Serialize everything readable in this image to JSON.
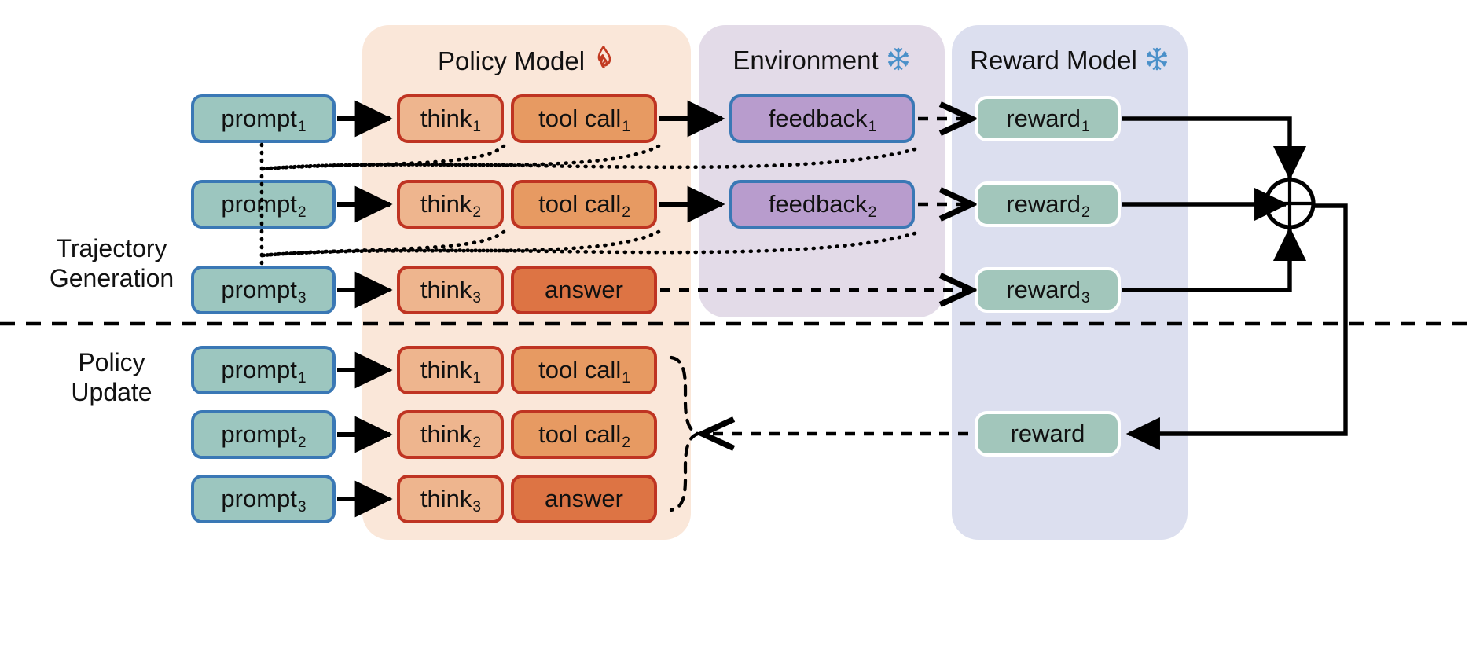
{
  "diagram": {
    "title_hidden": "RL training loop with policy model, environment and reward model",
    "panels": [
      {
        "id": "policy",
        "label": "Policy Model",
        "icon": "flame-icon",
        "icon_glyph": "🔥",
        "color": "#fae7d9"
      },
      {
        "id": "environment",
        "label": "Environment",
        "icon": "snowflake-icon",
        "icon_glyph": "❄",
        "color": "#e3dbe8"
      },
      {
        "id": "reward",
        "label": "Reward Model",
        "icon": "snowflake-icon",
        "icon_glyph": "❄",
        "color": "#dcdfef"
      }
    ],
    "stage_labels": [
      {
        "id": "trajectory-generation",
        "line1": "Trajectory",
        "line2": "Generation"
      },
      {
        "id": "policy-update",
        "line1": "Policy",
        "line2": "Update"
      }
    ],
    "trajectory_rows": [
      {
        "prompt": "prompt",
        "prompt_sub": "1",
        "think": "think",
        "think_sub": "1",
        "action": "tool call",
        "action_sub": "1",
        "action_kind": "tool",
        "feedback": "feedback",
        "feedback_sub": "1",
        "reward": "reward",
        "reward_sub": "1"
      },
      {
        "prompt": "prompt",
        "prompt_sub": "2",
        "think": "think",
        "think_sub": "2",
        "action": "tool call",
        "action_sub": "2",
        "action_kind": "tool",
        "feedback": "feedback",
        "feedback_sub": "2",
        "reward": "reward",
        "reward_sub": "2"
      },
      {
        "prompt": "prompt",
        "prompt_sub": "3",
        "think": "think",
        "think_sub": "3",
        "action": "answer",
        "action_sub": "",
        "action_kind": "answer",
        "feedback": "",
        "feedback_sub": "",
        "reward": "reward",
        "reward_sub": "3"
      }
    ],
    "update_rows": [
      {
        "prompt": "prompt",
        "prompt_sub": "1",
        "think": "think",
        "think_sub": "1",
        "action": "tool call",
        "action_sub": "1",
        "action_kind": "tool"
      },
      {
        "prompt": "prompt",
        "prompt_sub": "2",
        "think": "think",
        "think_sub": "2",
        "action": "tool call",
        "action_sub": "2",
        "action_kind": "tool"
      },
      {
        "prompt": "prompt",
        "prompt_sub": "3",
        "think": "think",
        "think_sub": "3",
        "action": "answer",
        "action_sub": "",
        "action_kind": "answer"
      }
    ],
    "aggregate_node": {
      "id": "sum-node",
      "glyph": "⊕"
    },
    "final_reward": {
      "label": "reward"
    },
    "colors": {
      "panel_policy": "#fae7d9",
      "panel_environment": "#e3dbe8",
      "panel_reward": "#dcdfef",
      "prompt_fill": "#9cc6bf",
      "prompt_border": "#3a78b5",
      "think_fill": "#eeb58e",
      "tool_fill": "#e79a62",
      "answer_fill": "#dd7444",
      "orange_border": "#bf3422",
      "feedback_fill": "#b89ccd",
      "feedback_border": "#3a78b5",
      "reward_fill": "#a2c6bb",
      "flame": "#c23b22",
      "snowflake": "#4a90c9",
      "arrow": "#000000"
    }
  }
}
